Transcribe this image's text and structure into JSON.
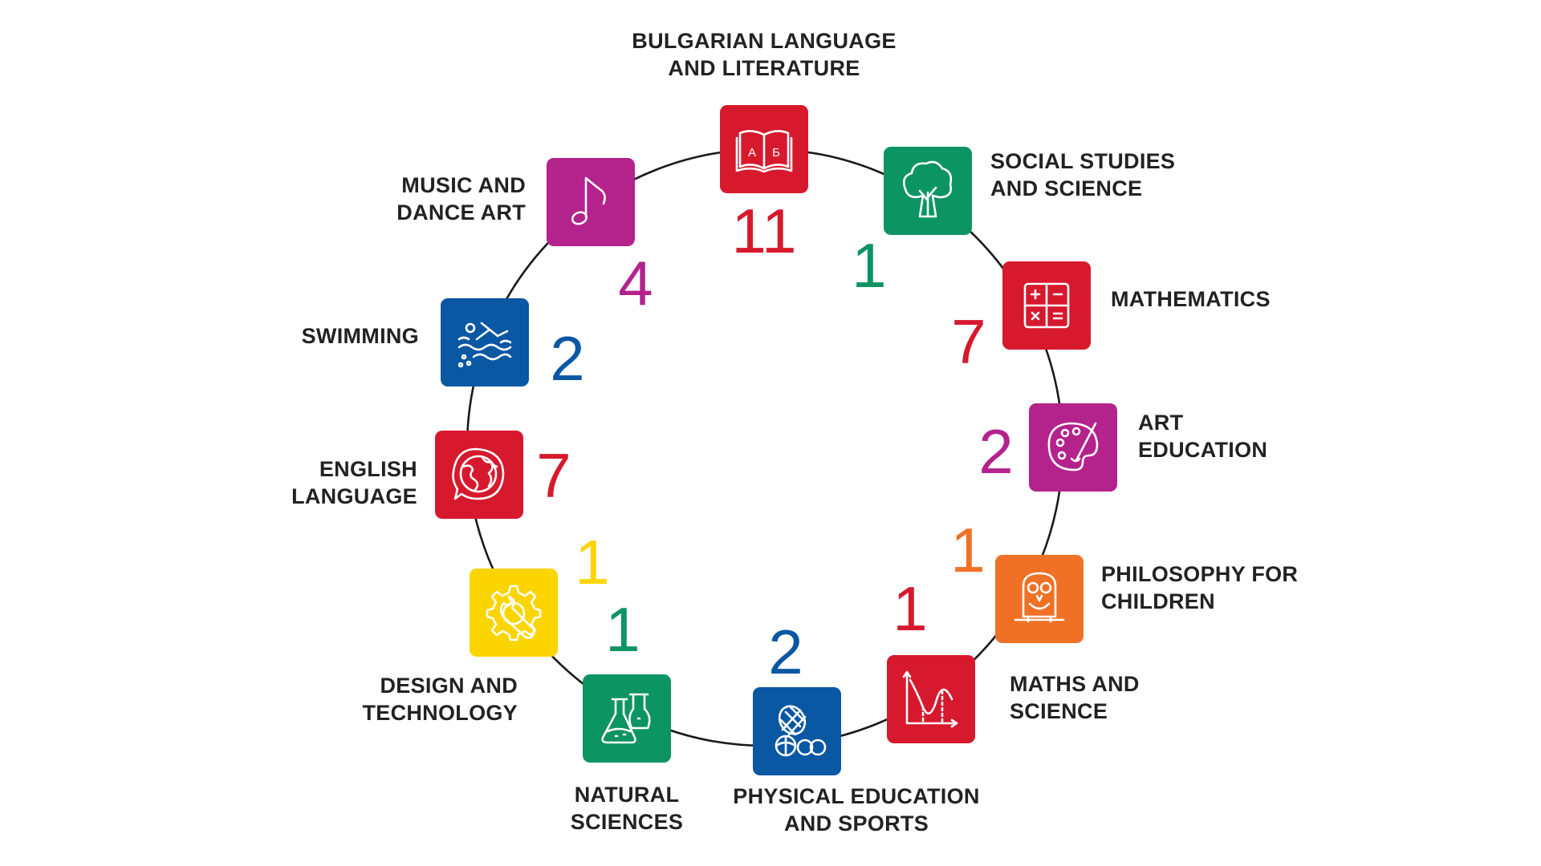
{
  "colors": {
    "red": "#d7192d",
    "green": "#0d9463",
    "magenta": "#b4228c",
    "blue": "#0a57a3",
    "orange": "#f07125",
    "yellow": "#fcd500",
    "text": "#222222",
    "ring": "#1a1a1a"
  },
  "subjects": [
    {
      "id": "bulgarian",
      "label_lines": [
        "BULGARIAN LANGUAGE",
        "AND LITERATURE"
      ],
      "count": "11",
      "color": "#d7192d",
      "count_color": "#d7192d",
      "icon": "open-book-icon",
      "icon_letters": [
        "А",
        "Б"
      ]
    },
    {
      "id": "social",
      "label_lines": [
        "SOCIAL STUDIES",
        "AND SCIENCE"
      ],
      "count": "1",
      "color": "#0d9463",
      "count_color": "#0d9463",
      "icon": "tree-icon"
    },
    {
      "id": "mathematics",
      "label_lines": [
        "MATHEMATICS"
      ],
      "count": "7",
      "color": "#d7192d",
      "count_color": "#d7192d",
      "icon": "calculator-icon"
    },
    {
      "id": "art",
      "label_lines": [
        "ART",
        "EDUCATION"
      ],
      "count": "2",
      "color": "#b4228c",
      "count_color": "#b4228c",
      "icon": "palette-icon"
    },
    {
      "id": "philosophy",
      "label_lines": [
        "PHILOSOPHY FOR",
        "CHILDREN"
      ],
      "count": "1",
      "color": "#f07125",
      "count_color": "#f07125",
      "icon": "owl-icon"
    },
    {
      "id": "maths-science",
      "label_lines": [
        "MATHS AND",
        "SCIENCE"
      ],
      "count": "1",
      "color": "#d7192d",
      "count_color": "#d7192d",
      "icon": "graph-icon"
    },
    {
      "id": "pe",
      "label_lines": [
        "PHYSICAL EDUCATION",
        "AND SPORTS"
      ],
      "count": "2",
      "color": "#0a57a3",
      "count_color": "#0a57a3",
      "icon": "sports-balls-icon"
    },
    {
      "id": "natural",
      "label_lines": [
        "NATURAL",
        "SCIENCES"
      ],
      "count": "1",
      "color": "#0d9463",
      "count_color": "#0d9463",
      "icon": "flasks-icon"
    },
    {
      "id": "design",
      "label_lines": [
        "DESIGN AND",
        "TECHNOLOGY"
      ],
      "count": "1",
      "color": "#fcd500",
      "count_color": "#fcd500",
      "icon": "gear-wrench-icon"
    },
    {
      "id": "english",
      "label_lines": [
        "ENGLISH",
        "LANGUAGE"
      ],
      "count": "7",
      "color": "#d7192d",
      "count_color": "#d7192d",
      "icon": "globe-speech-icon"
    },
    {
      "id": "swimming",
      "label_lines": [
        "SWIMMING"
      ],
      "count": "2",
      "color": "#0a57a3",
      "count_color": "#0a57a3",
      "icon": "swimmer-icon"
    },
    {
      "id": "music",
      "label_lines": [
        "MUSIC AND",
        "DANCE ART"
      ],
      "count": "4",
      "color": "#b4228c",
      "count_color": "#b4228c",
      "icon": "music-note-icon"
    }
  ]
}
